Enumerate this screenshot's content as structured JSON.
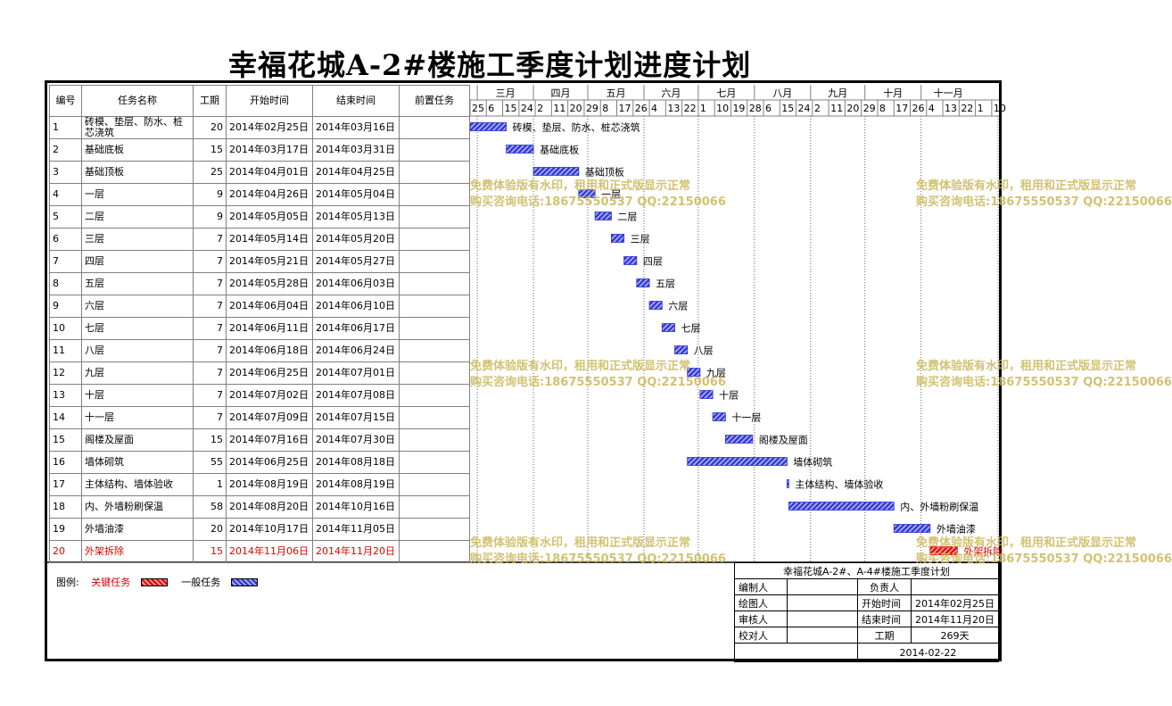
{
  "title": "幸福花城A-2#楼施工季度计划进度计划",
  "colors": {
    "critical": "#e00000",
    "normal": "#2b32c8",
    "watermark": "#c9b85a"
  },
  "table": {
    "headers": [
      "编号",
      "任务名称",
      "工期",
      "开始时间",
      "结束时间",
      "前置任务"
    ]
  },
  "chart_data": {
    "type": "gantt",
    "timeline_start": "2014-02-25",
    "timeline_end": "2014-12-13",
    "months": [
      {
        "label": "三月",
        "start": "2014-03-01",
        "end": "2014-03-31"
      },
      {
        "label": "四月",
        "start": "2014-04-01",
        "end": "2014-04-30"
      },
      {
        "label": "五月",
        "start": "2014-05-01",
        "end": "2014-05-31"
      },
      {
        "label": "六月",
        "start": "2014-06-01",
        "end": "2014-06-30"
      },
      {
        "label": "七月",
        "start": "2014-07-01",
        "end": "2014-07-31"
      },
      {
        "label": "八月",
        "start": "2014-08-01",
        "end": "2014-08-31"
      },
      {
        "label": "九月",
        "start": "2014-09-01",
        "end": "2014-09-30"
      },
      {
        "label": "十月",
        "start": "2014-10-01",
        "end": "2014-10-31"
      },
      {
        "label": "十一月",
        "start": "2014-11-01",
        "end": "2014-11-30"
      }
    ],
    "day_ticks": [
      {
        "label": "25",
        "date": "2014-02-25"
      },
      {
        "label": "6",
        "date": "2014-03-06"
      },
      {
        "label": "15",
        "date": "2014-03-15"
      },
      {
        "label": "24",
        "date": "2014-03-24"
      },
      {
        "label": "2",
        "date": "2014-04-02"
      },
      {
        "label": "11",
        "date": "2014-04-11"
      },
      {
        "label": "20",
        "date": "2014-04-20"
      },
      {
        "label": "29",
        "date": "2014-04-29"
      },
      {
        "label": "8",
        "date": "2014-05-08"
      },
      {
        "label": "17",
        "date": "2014-05-17"
      },
      {
        "label": "26",
        "date": "2014-05-26"
      },
      {
        "label": "4",
        "date": "2014-06-04"
      },
      {
        "label": "13",
        "date": "2014-06-13"
      },
      {
        "label": "22",
        "date": "2014-06-22"
      },
      {
        "label": "1",
        "date": "2014-07-01"
      },
      {
        "label": "10",
        "date": "2014-07-10"
      },
      {
        "label": "19",
        "date": "2014-07-19"
      },
      {
        "label": "28",
        "date": "2014-07-28"
      },
      {
        "label": "6",
        "date": "2014-08-06"
      },
      {
        "label": "15",
        "date": "2014-08-15"
      },
      {
        "label": "24",
        "date": "2014-08-24"
      },
      {
        "label": "2",
        "date": "2014-09-02"
      },
      {
        "label": "11",
        "date": "2014-09-11"
      },
      {
        "label": "20",
        "date": "2014-09-20"
      },
      {
        "label": "29",
        "date": "2014-09-29"
      },
      {
        "label": "8",
        "date": "2014-10-08"
      },
      {
        "label": "17",
        "date": "2014-10-17"
      },
      {
        "label": "26",
        "date": "2014-10-26"
      },
      {
        "label": "4",
        "date": "2014-11-04"
      },
      {
        "label": "13",
        "date": "2014-11-13"
      },
      {
        "label": "22",
        "date": "2014-11-22"
      },
      {
        "label": "1",
        "date": "2014-12-01"
      },
      {
        "label": "10",
        "date": "2014-12-10"
      }
    ],
    "tasks": [
      {
        "id": "1",
        "name": "砖模、垫层、防水、桩芯浇筑",
        "duration": 20,
        "start_text": "2014年02月25日",
        "end_text": "2014年03月16日",
        "start": "2014-02-25",
        "end": "2014-03-16",
        "pred": "",
        "critical": false
      },
      {
        "id": "2",
        "name": "基础底板",
        "duration": 15,
        "start_text": "2014年03月17日",
        "end_text": "2014年03月31日",
        "start": "2014-03-17",
        "end": "2014-03-31",
        "pred": "",
        "critical": false
      },
      {
        "id": "3",
        "name": "基础顶板",
        "duration": 25,
        "start_text": "2014年04月01日",
        "end_text": "2014年04月25日",
        "start": "2014-04-01",
        "end": "2014-04-25",
        "pred": "",
        "critical": false
      },
      {
        "id": "4",
        "name": "一层",
        "duration": 9,
        "start_text": "2014年04月26日",
        "end_text": "2014年05月04日",
        "start": "2014-04-26",
        "end": "2014-05-04",
        "pred": "",
        "critical": false
      },
      {
        "id": "5",
        "name": "二层",
        "duration": 9,
        "start_text": "2014年05月05日",
        "end_text": "2014年05月13日",
        "start": "2014-05-05",
        "end": "2014-05-13",
        "pred": "",
        "critical": false
      },
      {
        "id": "6",
        "name": "三层",
        "duration": 7,
        "start_text": "2014年05月14日",
        "end_text": "2014年05月20日",
        "start": "2014-05-14",
        "end": "2014-05-20",
        "pred": "",
        "critical": false
      },
      {
        "id": "7",
        "name": "四层",
        "duration": 7,
        "start_text": "2014年05月21日",
        "end_text": "2014年05月27日",
        "start": "2014-05-21",
        "end": "2014-05-27",
        "pred": "",
        "critical": false
      },
      {
        "id": "8",
        "name": "五层",
        "duration": 7,
        "start_text": "2014年05月28日",
        "end_text": "2014年06月03日",
        "start": "2014-05-28",
        "end": "2014-06-03",
        "pred": "",
        "critical": false
      },
      {
        "id": "9",
        "name": "六层",
        "duration": 7,
        "start_text": "2014年06月04日",
        "end_text": "2014年06月10日",
        "start": "2014-06-04",
        "end": "2014-06-10",
        "pred": "",
        "critical": false
      },
      {
        "id": "10",
        "name": "七层",
        "duration": 7,
        "start_text": "2014年06月11日",
        "end_text": "2014年06月17日",
        "start": "2014-06-11",
        "end": "2014-06-17",
        "pred": "",
        "critical": false
      },
      {
        "id": "11",
        "name": "八层",
        "duration": 7,
        "start_text": "2014年06月18日",
        "end_text": "2014年06月24日",
        "start": "2014-06-18",
        "end": "2014-06-24",
        "pred": "",
        "critical": false
      },
      {
        "id": "12",
        "name": "九层",
        "duration": 7,
        "start_text": "2014年06月25日",
        "end_text": "2014年07月01日",
        "start": "2014-06-25",
        "end": "2014-07-01",
        "pred": "",
        "critical": false
      },
      {
        "id": "13",
        "name": "十层",
        "duration": 7,
        "start_text": "2014年07月02日",
        "end_text": "2014年07月08日",
        "start": "2014-07-02",
        "end": "2014-07-08",
        "pred": "",
        "critical": false
      },
      {
        "id": "14",
        "name": "十一层",
        "duration": 7,
        "start_text": "2014年07月09日",
        "end_text": "2014年07月15日",
        "start": "2014-07-09",
        "end": "2014-07-15",
        "pred": "",
        "critical": false
      },
      {
        "id": "15",
        "name": "阁楼及屋面",
        "duration": 15,
        "start_text": "2014年07月16日",
        "end_text": "2014年07月30日",
        "start": "2014-07-16",
        "end": "2014-07-30",
        "pred": "",
        "critical": false
      },
      {
        "id": "16",
        "name": "墙体砌筑",
        "duration": 55,
        "start_text": "2014年06月25日",
        "end_text": "2014年08月18日",
        "start": "2014-06-25",
        "end": "2014-08-18",
        "pred": "",
        "critical": false
      },
      {
        "id": "17",
        "name": "主体结构、墙体验收",
        "duration": 1,
        "start_text": "2014年08月19日",
        "end_text": "2014年08月19日",
        "start": "2014-08-19",
        "end": "2014-08-19",
        "pred": "",
        "critical": false
      },
      {
        "id": "18",
        "name": "内、外墙粉刷保温",
        "duration": 58,
        "start_text": "2014年08月20日",
        "end_text": "2014年10月16日",
        "start": "2014-08-20",
        "end": "2014-10-16",
        "pred": "",
        "critical": false
      },
      {
        "id": "19",
        "name": "外墙油漆",
        "duration": 20,
        "start_text": "2014年10月17日",
        "end_text": "2014年11月05日",
        "start": "2014-10-17",
        "end": "2014-11-05",
        "pred": "",
        "critical": false
      },
      {
        "id": "20",
        "name": "外架拆除",
        "duration": 15,
        "start_text": "2014年11月06日",
        "end_text": "2014年11月20日",
        "start": "2014-11-06",
        "end": "2014-11-20",
        "pred": "",
        "critical": true
      }
    ]
  },
  "legend": {
    "label": "图例:",
    "critical": "关键任务",
    "normal": "一般任务"
  },
  "info": {
    "project": "幸福花城A-2#、A-4#楼施工季度计划",
    "compiler_label": "编制人",
    "compiler": "",
    "owner_label": "负责人",
    "owner": "",
    "drawer_label": "绘图人",
    "drawer": "",
    "start_label": "开始时间",
    "start": "2014年02月25日",
    "reviewer_label": "审核人",
    "reviewer": "",
    "end_label": "结束时间",
    "end": "2014年11月20日",
    "checker_label": "校对人",
    "checker": "",
    "duration_label": "工期",
    "duration": "269天",
    "date": "2014-02-22"
  },
  "watermark": {
    "line1": "免费体验版有水印，租用和正式版显示正常",
    "line2": "购买咨询电话:18675550537 QQ:22150066"
  }
}
